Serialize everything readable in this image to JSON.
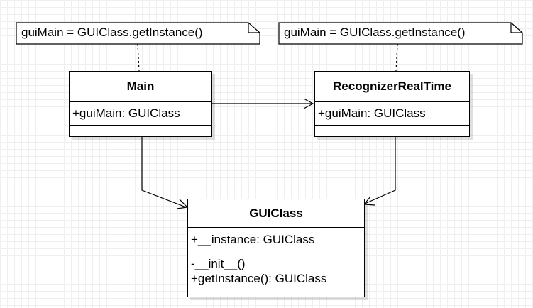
{
  "notes": [
    {
      "text": "guiMain = GUIClass.getInstance()"
    },
    {
      "text": "guiMain = GUIClass.getInstance()"
    }
  ],
  "classes": {
    "main": {
      "name": "Main",
      "attributes": [
        "+guiMain: GUIClass"
      ],
      "operations": []
    },
    "recognizer": {
      "name": "RecognizerRealTime",
      "attributes": [
        "+guiMain: GUIClass"
      ],
      "operations": []
    },
    "guiclass": {
      "name": "GUIClass",
      "attributes": [
        "+__instance: GUIClass"
      ],
      "operations": [
        "-__init__()",
        "+getInstance(): GUIClass"
      ]
    }
  }
}
